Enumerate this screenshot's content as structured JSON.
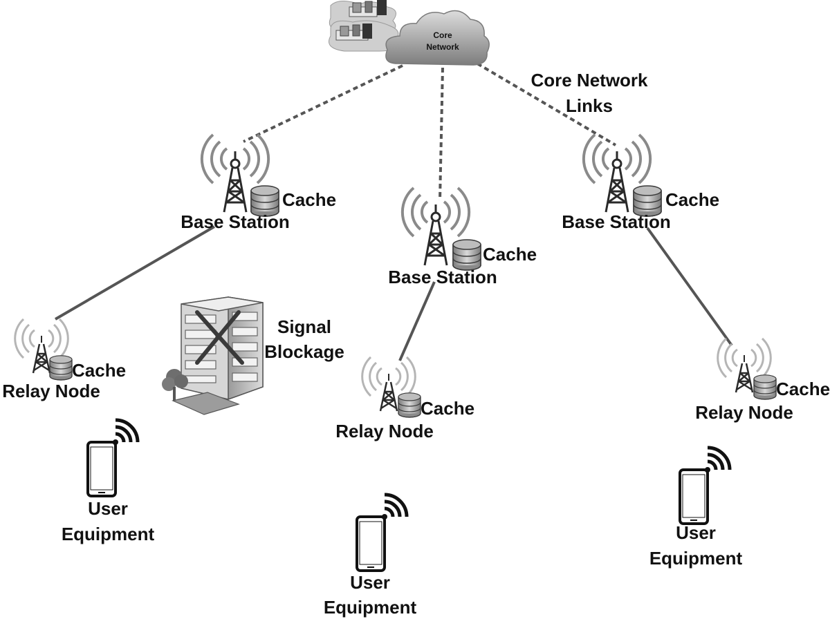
{
  "core_network": {
    "label_line1": "Core",
    "label_line2": "Network",
    "icon": "cloud-icon",
    "servers_icon": "server-icon"
  },
  "annotations": {
    "core_links_line1": "Core Network",
    "core_links_line2": "Links",
    "blockage_line1": "Signal",
    "blockage_line2": "Blockage"
  },
  "base_stations": [
    {
      "label": "Base Station",
      "cache_label": "Cache"
    },
    {
      "label": "Base Station",
      "cache_label": "Cache"
    },
    {
      "label": "Base Station",
      "cache_label": "Cache"
    }
  ],
  "relay_nodes": [
    {
      "label": "Relay Node",
      "cache_label": "Cache"
    },
    {
      "label": "Relay Node",
      "cache_label": "Cache"
    },
    {
      "label": "Relay Node",
      "cache_label": "Cache"
    }
  ],
  "user_equipment": [
    {
      "line1": "User",
      "line2": "Equipment"
    },
    {
      "line1": "User",
      "line2": "Equipment"
    },
    {
      "line1": "User",
      "line2": "Equipment"
    }
  ],
  "colors": {
    "link": "#555555",
    "tower": "#2a2a2a",
    "waves": "#8a8a8a",
    "cache": "#9a9a9a",
    "cloud": "#8c8c8c"
  }
}
